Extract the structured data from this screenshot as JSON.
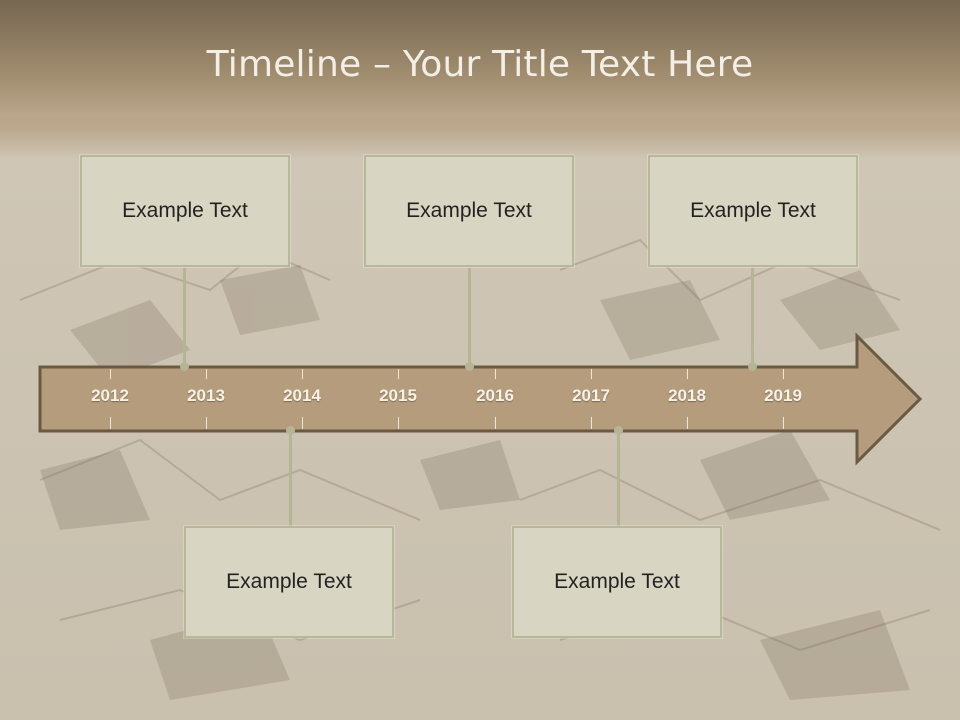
{
  "slide": {
    "title": "Timeline – Your Title Text Here"
  },
  "timeline": {
    "years": [
      "2012",
      "2013",
      "2014",
      "2015",
      "2016",
      "2017",
      "2018",
      "2019"
    ]
  },
  "events": {
    "top": [
      "Example Text",
      "Example Text",
      "Example Text"
    ],
    "bottom": [
      "Example Text",
      "Example Text"
    ]
  },
  "colors": {
    "arrow_fill": "#b49c7d",
    "arrow_border": "#6b5a42",
    "card_fill": "#d8d6c2",
    "card_border": "#b7b79a",
    "title_text": "#f4efe6"
  }
}
